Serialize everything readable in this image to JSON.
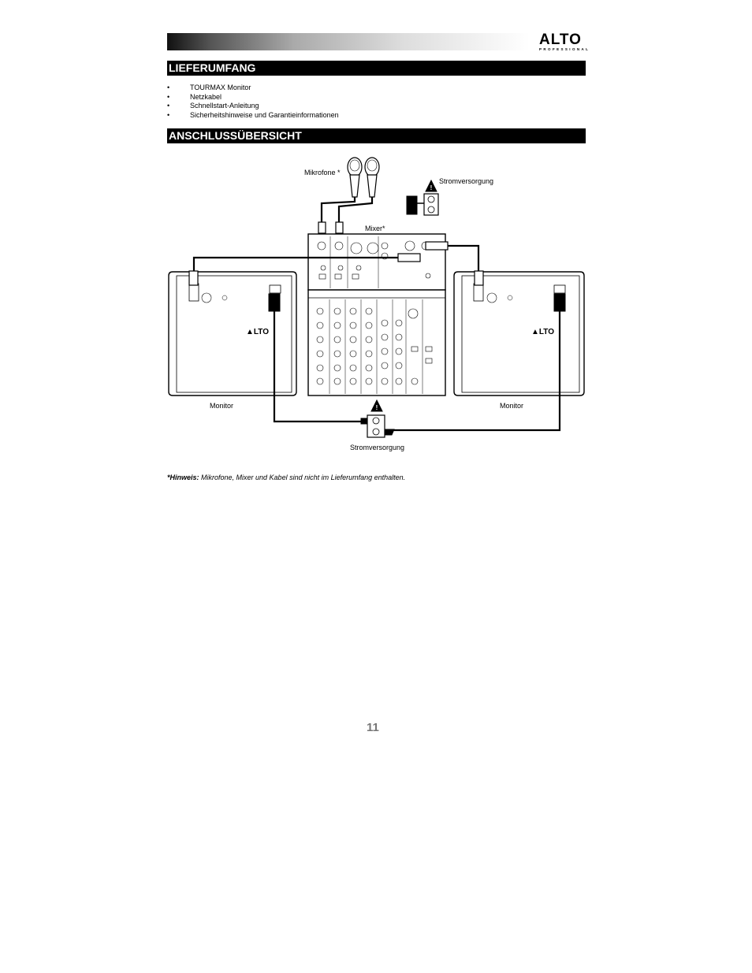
{
  "brand": {
    "logo_text": "ALTO",
    "logo_sub": "PROFESSIONAL"
  },
  "sections": {
    "contents_title": "LIEFERUMFANG",
    "overview_title": "ANSCHLUSSÜBERSICHT"
  },
  "contents_items": [
    "TOURMAX Monitor",
    "Netzkabel",
    "Schnellstart-Anleitung",
    "Sicherheitshinweise und Garantieinformationen"
  ],
  "diagram": {
    "microphones_label": "Mikrofone *",
    "power_top_label": "Stromversorgung",
    "mixer_label": "Mixer*",
    "monitor_left_label": "Monitor",
    "monitor_right_label": "Monitor",
    "power_bottom_label": "Stromversorgung"
  },
  "note": {
    "prefix": "*Hinweis:",
    "text": " Mikrofone, Mixer und Kabel sind nicht im Lieferumfang enthalten."
  },
  "page_number": "11"
}
